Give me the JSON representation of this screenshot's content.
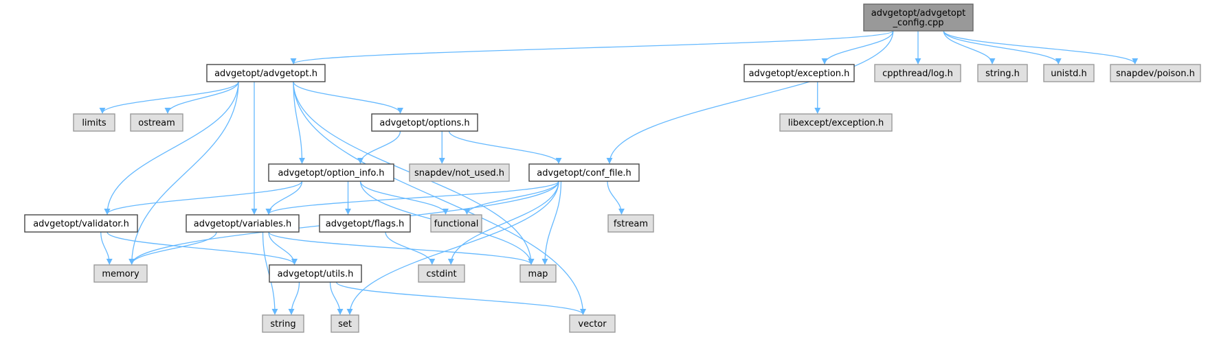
{
  "diagram": {
    "kind": "include dependency graph",
    "nodes": [
      {
        "id": "root",
        "lines": [
          "advgetopt/advgetopt",
          "_config.cpp"
        ],
        "style": "root"
      },
      {
        "id": "advgetopt",
        "lines": [
          "advgetopt/advgetopt.h"
        ],
        "style": "normal"
      },
      {
        "id": "exception",
        "lines": [
          "advgetopt/exception.h"
        ],
        "style": "normal"
      },
      {
        "id": "cpplog",
        "lines": [
          "cppthread/log.h"
        ],
        "style": "system"
      },
      {
        "id": "stringh",
        "lines": [
          "string.h"
        ],
        "style": "system"
      },
      {
        "id": "unistd",
        "lines": [
          "unistd.h"
        ],
        "style": "system"
      },
      {
        "id": "poison",
        "lines": [
          "snapdev/poison.h"
        ],
        "style": "system"
      },
      {
        "id": "limits",
        "lines": [
          "limits"
        ],
        "style": "system"
      },
      {
        "id": "ostream",
        "lines": [
          "ostream"
        ],
        "style": "system"
      },
      {
        "id": "options",
        "lines": [
          "advgetopt/options.h"
        ],
        "style": "normal"
      },
      {
        "id": "libexcept",
        "lines": [
          "libexcept/exception.h"
        ],
        "style": "system"
      },
      {
        "id": "option_info",
        "lines": [
          "advgetopt/option_info.h"
        ],
        "style": "normal"
      },
      {
        "id": "not_used",
        "lines": [
          "snapdev/not_used.h"
        ],
        "style": "system"
      },
      {
        "id": "conf_file",
        "lines": [
          "advgetopt/conf_file.h"
        ],
        "style": "normal"
      },
      {
        "id": "validator",
        "lines": [
          "advgetopt/validator.h"
        ],
        "style": "normal"
      },
      {
        "id": "variables",
        "lines": [
          "advgetopt/variables.h"
        ],
        "style": "normal"
      },
      {
        "id": "flags",
        "lines": [
          "advgetopt/flags.h"
        ],
        "style": "normal"
      },
      {
        "id": "functional",
        "lines": [
          "functional"
        ],
        "style": "system"
      },
      {
        "id": "fstream",
        "lines": [
          "fstream"
        ],
        "style": "system"
      },
      {
        "id": "memory",
        "lines": [
          "memory"
        ],
        "style": "system"
      },
      {
        "id": "utils",
        "lines": [
          "advgetopt/utils.h"
        ],
        "style": "normal"
      },
      {
        "id": "cstdint",
        "lines": [
          "cstdint"
        ],
        "style": "system"
      },
      {
        "id": "map",
        "lines": [
          "map"
        ],
        "style": "system"
      },
      {
        "id": "string",
        "lines": [
          "string"
        ],
        "style": "system"
      },
      {
        "id": "set",
        "lines": [
          "set"
        ],
        "style": "system"
      },
      {
        "id": "vector",
        "lines": [
          "vector"
        ],
        "style": "system"
      }
    ],
    "edges": [
      {
        "from": "root",
        "to": "advgetopt"
      },
      {
        "from": "root",
        "to": "conf_file"
      },
      {
        "from": "root",
        "to": "exception"
      },
      {
        "from": "root",
        "to": "cpplog"
      },
      {
        "from": "root",
        "to": "stringh"
      },
      {
        "from": "root",
        "to": "unistd"
      },
      {
        "from": "root",
        "to": "poison"
      },
      {
        "from": "advgetopt",
        "to": "limits"
      },
      {
        "from": "advgetopt",
        "to": "ostream"
      },
      {
        "from": "advgetopt",
        "to": "memory"
      },
      {
        "from": "advgetopt",
        "to": "validator"
      },
      {
        "from": "advgetopt",
        "to": "variables"
      },
      {
        "from": "advgetopt",
        "to": "option_info"
      },
      {
        "from": "advgetopt",
        "to": "options"
      },
      {
        "from": "advgetopt",
        "to": "map"
      },
      {
        "from": "advgetopt",
        "to": "vector"
      },
      {
        "from": "exception",
        "to": "libexcept"
      },
      {
        "from": "options",
        "to": "option_info"
      },
      {
        "from": "options",
        "to": "not_used"
      },
      {
        "from": "options",
        "to": "conf_file"
      },
      {
        "from": "option_info",
        "to": "validator"
      },
      {
        "from": "option_info",
        "to": "variables"
      },
      {
        "from": "option_info",
        "to": "flags"
      },
      {
        "from": "option_info",
        "to": "functional"
      },
      {
        "from": "option_info",
        "to": "map"
      },
      {
        "from": "conf_file",
        "to": "memory"
      },
      {
        "from": "conf_file",
        "to": "variables"
      },
      {
        "from": "conf_file",
        "to": "functional"
      },
      {
        "from": "conf_file",
        "to": "fstream"
      },
      {
        "from": "conf_file",
        "to": "cstdint"
      },
      {
        "from": "conf_file",
        "to": "map"
      },
      {
        "from": "conf_file",
        "to": "set"
      },
      {
        "from": "validator",
        "to": "memory"
      },
      {
        "from": "validator",
        "to": "utils"
      },
      {
        "from": "variables",
        "to": "memory"
      },
      {
        "from": "variables",
        "to": "utils"
      },
      {
        "from": "variables",
        "to": "string"
      },
      {
        "from": "variables",
        "to": "map"
      },
      {
        "from": "flags",
        "to": "cstdint"
      },
      {
        "from": "utils",
        "to": "string"
      },
      {
        "from": "utils",
        "to": "set"
      },
      {
        "from": "utils",
        "to": "vector"
      }
    ]
  },
  "colors": {
    "edge": "#63b8ff",
    "root_fill": "#999999",
    "system_fill": "#e0e0e0",
    "normal_fill": "#ffffff"
  }
}
